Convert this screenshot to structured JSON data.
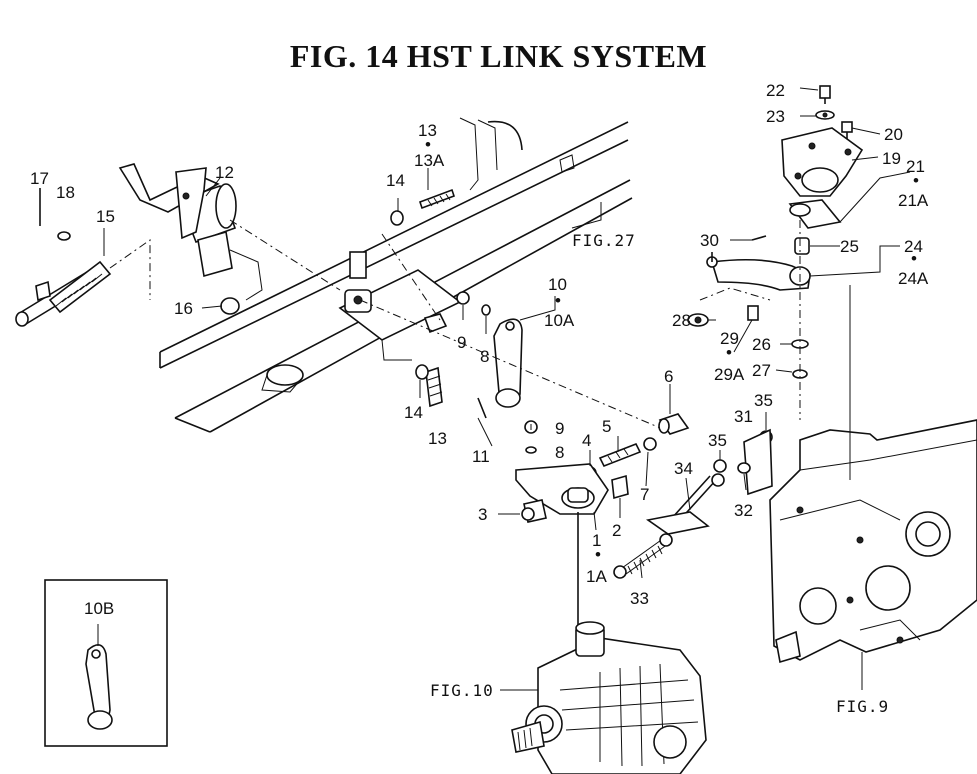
{
  "title": "FIG. 14  HST LINK SYSTEM",
  "refs": {
    "fig27": "FIG.27",
    "fig10": "FIG.10",
    "fig9": "FIG.9"
  },
  "callouts": {
    "c1": "1",
    "c1a": "1A",
    "c2": "2",
    "c3": "3",
    "c4": "4",
    "c5": "5",
    "c6": "6",
    "c7": "7",
    "c8a": "8",
    "c8b": "8",
    "c9a": "9",
    "c9b": "9",
    "c10": "10",
    "c10a": "10A",
    "c10b": "10B",
    "c11": "11",
    "c12": "12",
    "c13a": "13",
    "c13b": "13A",
    "c13c": "13",
    "c14a": "14",
    "c14b": "14",
    "c15": "15",
    "c16": "16",
    "c17": "17",
    "c18": "18",
    "c19": "19",
    "c20": "20",
    "c21": "21",
    "c21a": "21A",
    "c22": "22",
    "c23": "23",
    "c24": "24",
    "c24a": "24A",
    "c25": "25",
    "c26": "26",
    "c27": "27",
    "c28": "28",
    "c29": "29",
    "c29a": "29A",
    "c30": "30",
    "c31": "31",
    "c32": "32",
    "c33": "33",
    "c34": "34",
    "c35a": "35",
    "c35b": "35"
  }
}
